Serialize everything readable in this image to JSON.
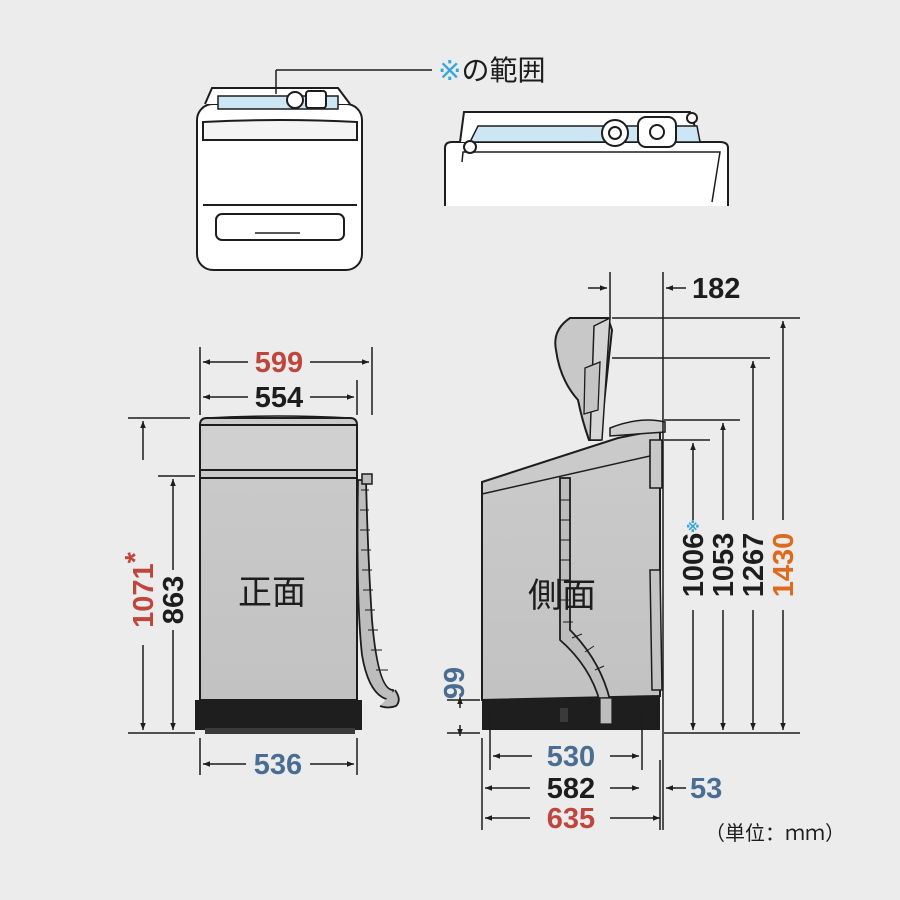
{
  "colors": {
    "background": "#ececec",
    "red": "#c0463d",
    "blue": "#4a6d93",
    "orange": "#dd6a1f",
    "black": "#1d1d1d",
    "cyan_highlight": "#36a6d9",
    "panel_fill": "#cce6f4"
  },
  "legend": {
    "mark": "※",
    "text": "の範囲"
  },
  "views": {
    "front": "正面",
    "side": "側面"
  },
  "front_dims": {
    "width_overall": "599",
    "width_body": "554",
    "width_base": "536",
    "height_lid_open": "1071",
    "height_lid_open_mark": "*",
    "height_body": "863"
  },
  "side_dims": {
    "lid_offset": "182",
    "base_height": "99",
    "depth_base": "530",
    "depth_body": "582",
    "depth_overall": "635",
    "rear_offset": "53",
    "height_hose": "1006",
    "height_hose_mark": "※",
    "height_top": "1053",
    "height_lid": "1267",
    "height_max": "1430"
  },
  "unit": "（単位：ｍｍ）"
}
